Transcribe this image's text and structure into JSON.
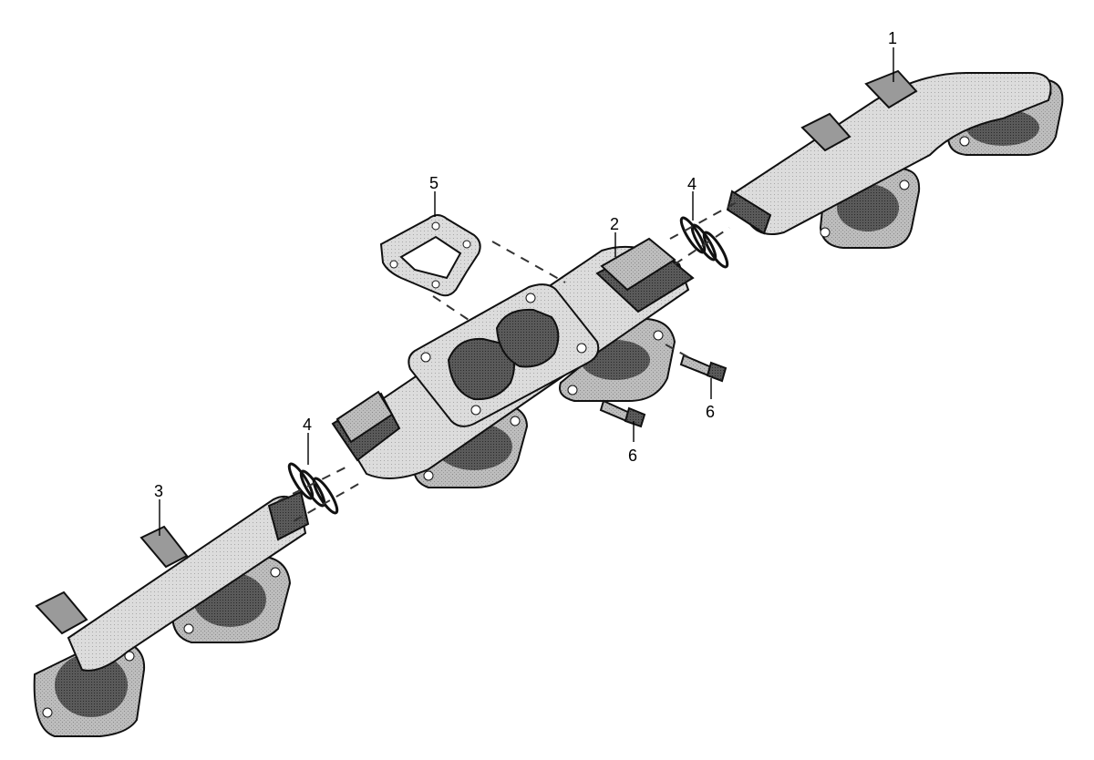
{
  "diagram": {
    "callouts": [
      {
        "id": "1",
        "label": "1"
      },
      {
        "id": "2",
        "label": "2"
      },
      {
        "id": "3",
        "label": "3"
      },
      {
        "id": "4a",
        "label": "4"
      },
      {
        "id": "4b",
        "label": "4"
      },
      {
        "id": "5",
        "label": "5"
      },
      {
        "id": "6a",
        "label": "6"
      },
      {
        "id": "6b",
        "label": "6"
      }
    ]
  },
  "colors": {
    "casting_fill": "#b8b8b8",
    "casting_dark": "#6e6e6e",
    "casting_light": "#d8d8d8",
    "outline": "#111111",
    "background": "#ffffff"
  }
}
